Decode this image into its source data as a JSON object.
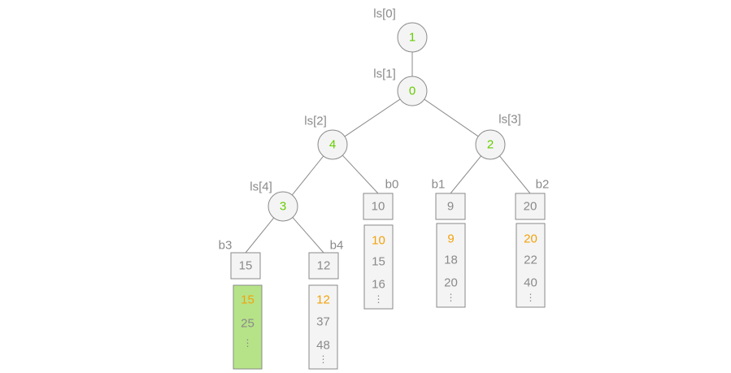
{
  "tree": {
    "nodes": [
      {
        "id": "ls0",
        "tag": "ls[0]",
        "value": "1"
      },
      {
        "id": "ls1",
        "tag": "ls[1]",
        "value": "0"
      },
      {
        "id": "ls2",
        "tag": "ls[2]",
        "value": "4"
      },
      {
        "id": "ls3",
        "tag": "ls[3]",
        "value": "2"
      },
      {
        "id": "ls4",
        "tag": "ls[4]",
        "value": "3"
      }
    ],
    "leaves": [
      {
        "id": "b0",
        "tag": "b0",
        "value": "10",
        "list": [
          "10",
          "15",
          "16",
          "⋮"
        ],
        "highlight": false
      },
      {
        "id": "b1",
        "tag": "b1",
        "value": "9",
        "list": [
          "9",
          "18",
          "20",
          "⋮"
        ],
        "highlight": false
      },
      {
        "id": "b2",
        "tag": "b2",
        "value": "20",
        "list": [
          "20",
          "22",
          "40",
          "⋮"
        ],
        "highlight": false
      },
      {
        "id": "b3",
        "tag": "b3",
        "value": "15",
        "list": [
          "15",
          "25",
          "⋮"
        ],
        "highlight": true
      },
      {
        "id": "b4",
        "tag": "b4",
        "value": "12",
        "list": [
          "12",
          "37",
          "48",
          "⋮"
        ],
        "highlight": false
      }
    ]
  },
  "colors": {
    "node_value": "#66cc00",
    "label": "#8a8a8a",
    "first_list_value": "#f2a20c",
    "highlight_fill": "#b6e388",
    "box_fill": "#f4f4f4",
    "stroke": "#8a8a8a"
  }
}
